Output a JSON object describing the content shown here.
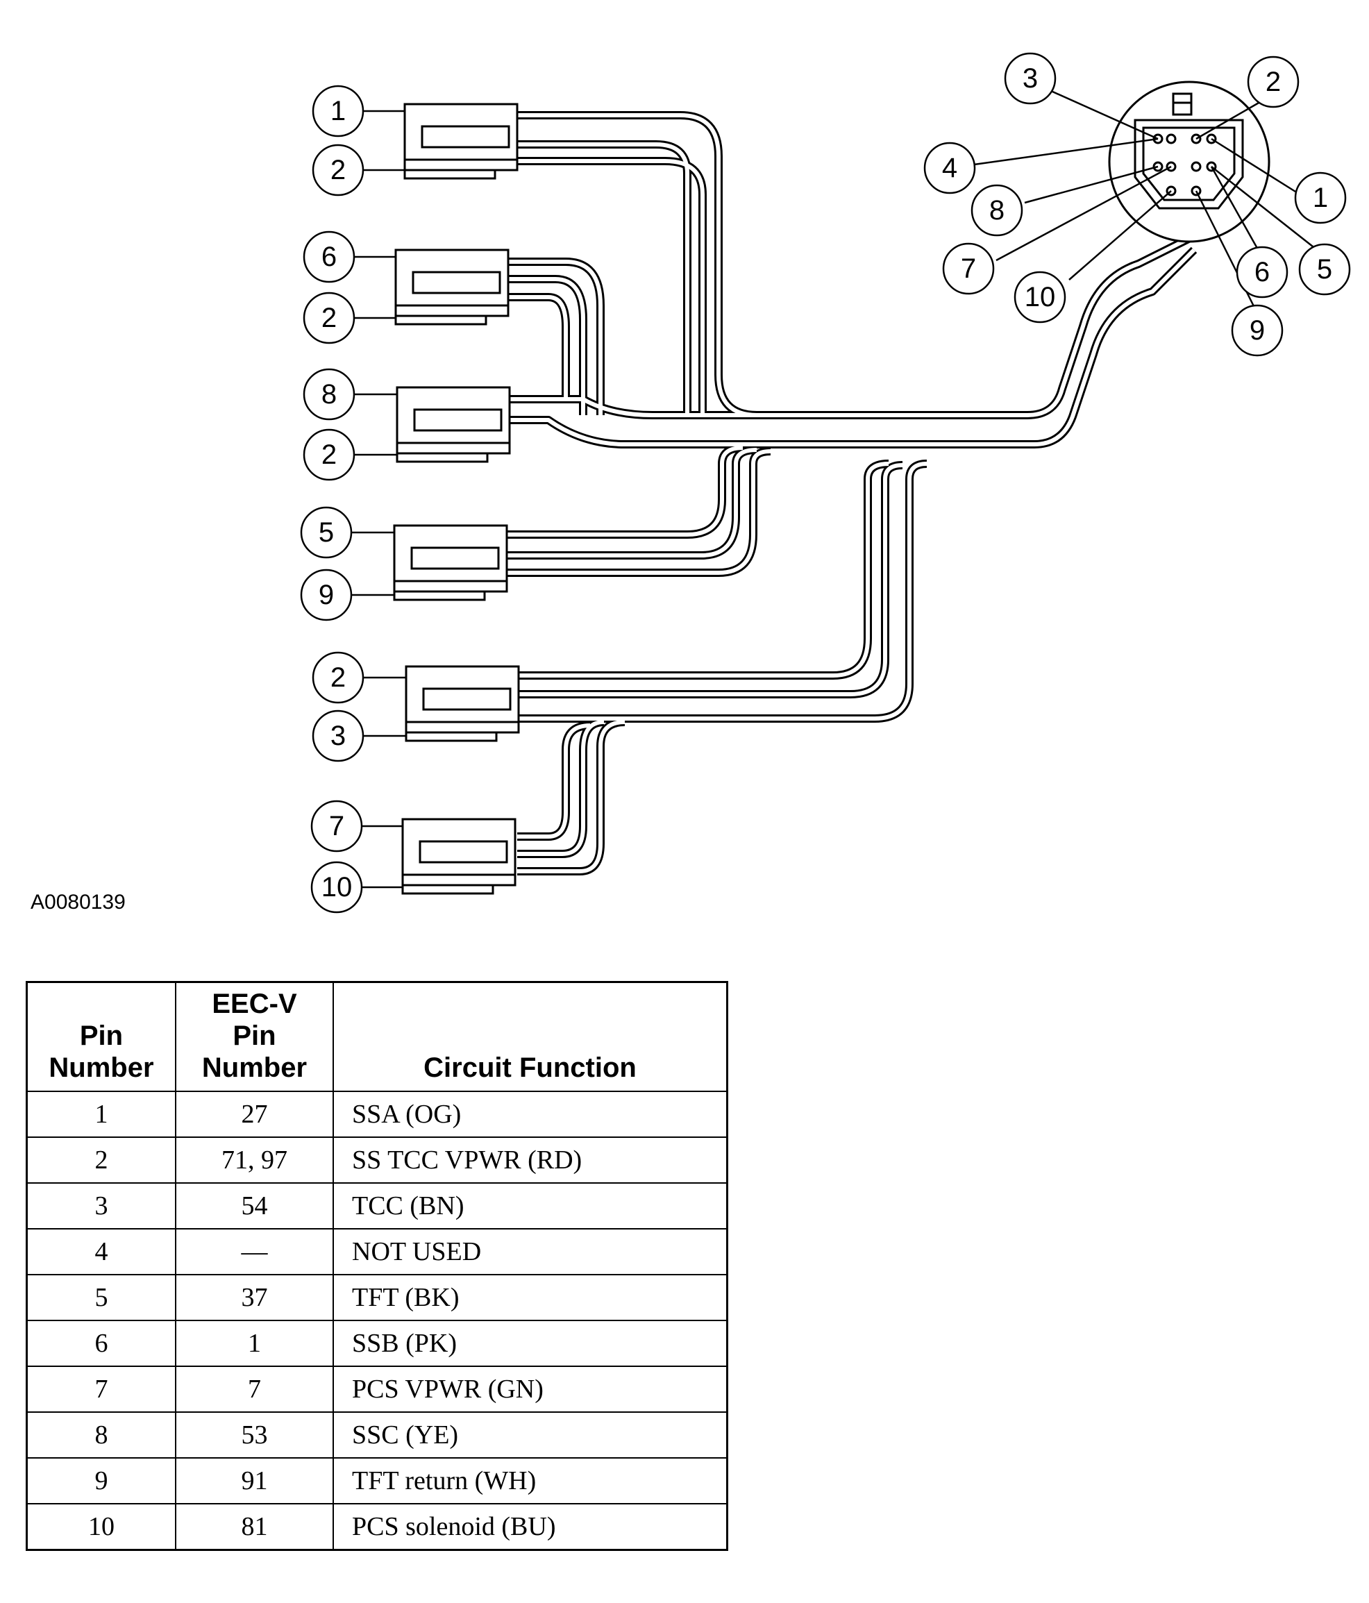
{
  "figure_id": "A0080139",
  "callouts": {
    "c1_1": "1",
    "c1_2": "2",
    "c2_6": "6",
    "c2_2": "2",
    "c3_8": "8",
    "c3_2": "2",
    "c4_5": "5",
    "c4_9": "9",
    "c5_2": "2",
    "c5_3": "3",
    "c6_7": "7",
    "c6_10": "10",
    "m3": "3",
    "m2": "2",
    "m4": "4",
    "m1": "1",
    "m8": "8",
    "m7": "7",
    "m10": "10",
    "m6": "6",
    "m5": "5",
    "m9": "9"
  },
  "table": {
    "headers": {
      "pin": [
        "Pin",
        "Number"
      ],
      "eec": [
        "EEC-V",
        "Pin",
        "Number"
      ],
      "function": "Circuit Function"
    },
    "rows": [
      {
        "pin": "1",
        "eec": "27",
        "function": "SSA (OG)"
      },
      {
        "pin": "2",
        "eec": "71, 97",
        "function": "SS TCC VPWR (RD)"
      },
      {
        "pin": "3",
        "eec": "54",
        "function": "TCC (BN)"
      },
      {
        "pin": "4",
        "eec": "—",
        "function": "NOT USED"
      },
      {
        "pin": "5",
        "eec": "37",
        "function": "TFT (BK)"
      },
      {
        "pin": "6",
        "eec": "1",
        "function": "SSB (PK)"
      },
      {
        "pin": "7",
        "eec": "7",
        "function": "PCS VPWR (GN)"
      },
      {
        "pin": "8",
        "eec": "53",
        "function": "SSC (YE)"
      },
      {
        "pin": "9",
        "eec": "91",
        "function": "TFT return (WH)"
      },
      {
        "pin": "10",
        "eec": "81",
        "function": "PCS solenoid (BU)"
      }
    ]
  }
}
